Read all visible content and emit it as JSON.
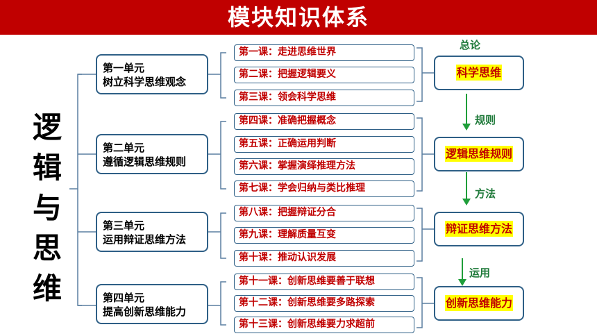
{
  "header": {
    "title": "模块知识体系"
  },
  "main_title": [
    "逻",
    "辑",
    "与",
    "思",
    "维"
  ],
  "units": [
    {
      "line1": "第一单元",
      "line2": "树立科学思维观念"
    },
    {
      "line1": "第二单元",
      "line2": "遵循逻辑思维规则"
    },
    {
      "line1": "第三单元",
      "line2": "运用辩证思维方法"
    },
    {
      "line1": "第四单元",
      "line2": "提高创新思维能力"
    }
  ],
  "lessons": [
    "第一课：走进思维世界",
    "第二课：把握逻辑要义",
    "第三课：领会科学思维",
    "第四课：准确把握概念",
    "第五课：正确运用判断",
    "第六课：掌握演绎推理方法",
    "第七课：学会归纳与类比推理",
    "第八课：把握辩证分合",
    "第九课：理解质量互变",
    "第十课：推动认识发展",
    "第十一课：创新思维要善于联想",
    "第十二课：创新思维要多路探索",
    "第十三课：创新思维要力求超前"
  ],
  "thinking": [
    "科学思维",
    "逻辑思维规则",
    "辩证思维方法",
    "创新思维能力"
  ],
  "side_labels": {
    "top": "总论",
    "arrow1": "规则",
    "arrow2": "方法",
    "arrow3": "运用"
  },
  "colors": {
    "banner": "#c00000",
    "lesson_text": "#c00000",
    "border": "#2e5f86",
    "highlight": "#ffff00",
    "arrow": "#1f9e3a"
  }
}
